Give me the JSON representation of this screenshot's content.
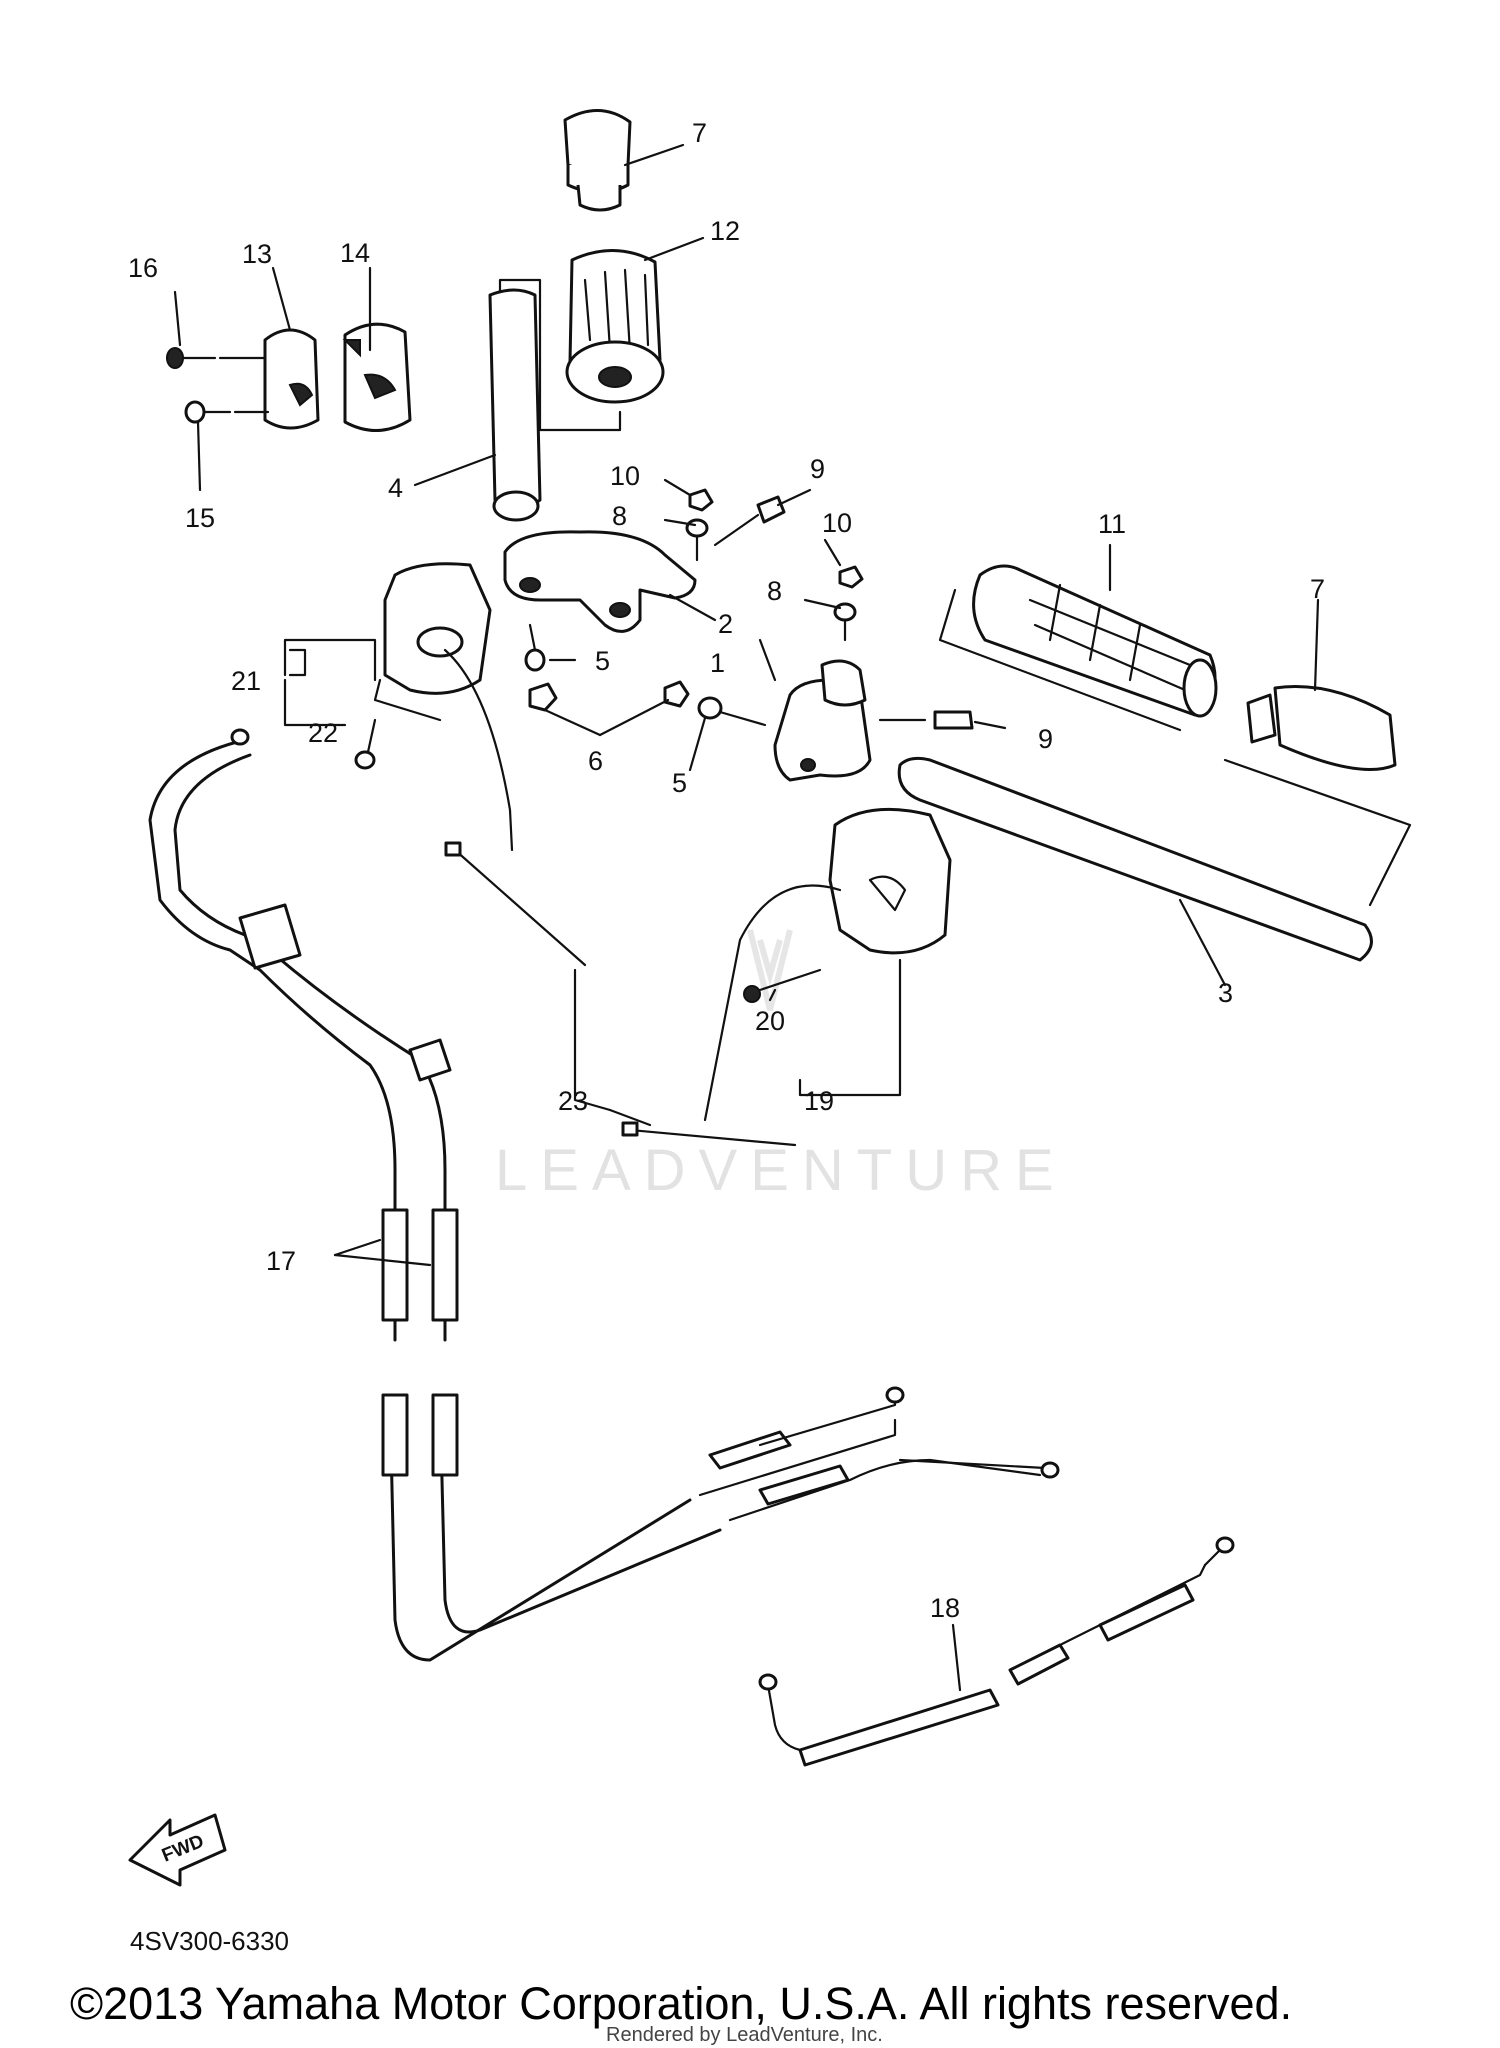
{
  "watermark": "LEADVENTURE",
  "callouts": {
    "c1": "1",
    "c2": "2",
    "c3": "3",
    "c4": "4",
    "c5a": "5",
    "c5b": "5",
    "c6": "6",
    "c7a": "7",
    "c7b": "7",
    "c8a": "8",
    "c8b": "8",
    "c9a": "9",
    "c9b": "9",
    "c10a": "10",
    "c10b": "10",
    "c11": "11",
    "c12": "12",
    "c13": "13",
    "c14": "14",
    "c15": "15",
    "c16": "16",
    "c17": "17",
    "c18": "18",
    "c19": "19",
    "c20": "20",
    "c21": "21",
    "c22": "22",
    "c23": "23"
  },
  "fwd_label": "FWD",
  "diagram_code": "4SV300-6330",
  "copyright": "©2013 Yamaha Motor Corporation, U.S.A. All rights reserved.",
  "rendered_by": "Rendered by LeadVenture, Inc."
}
